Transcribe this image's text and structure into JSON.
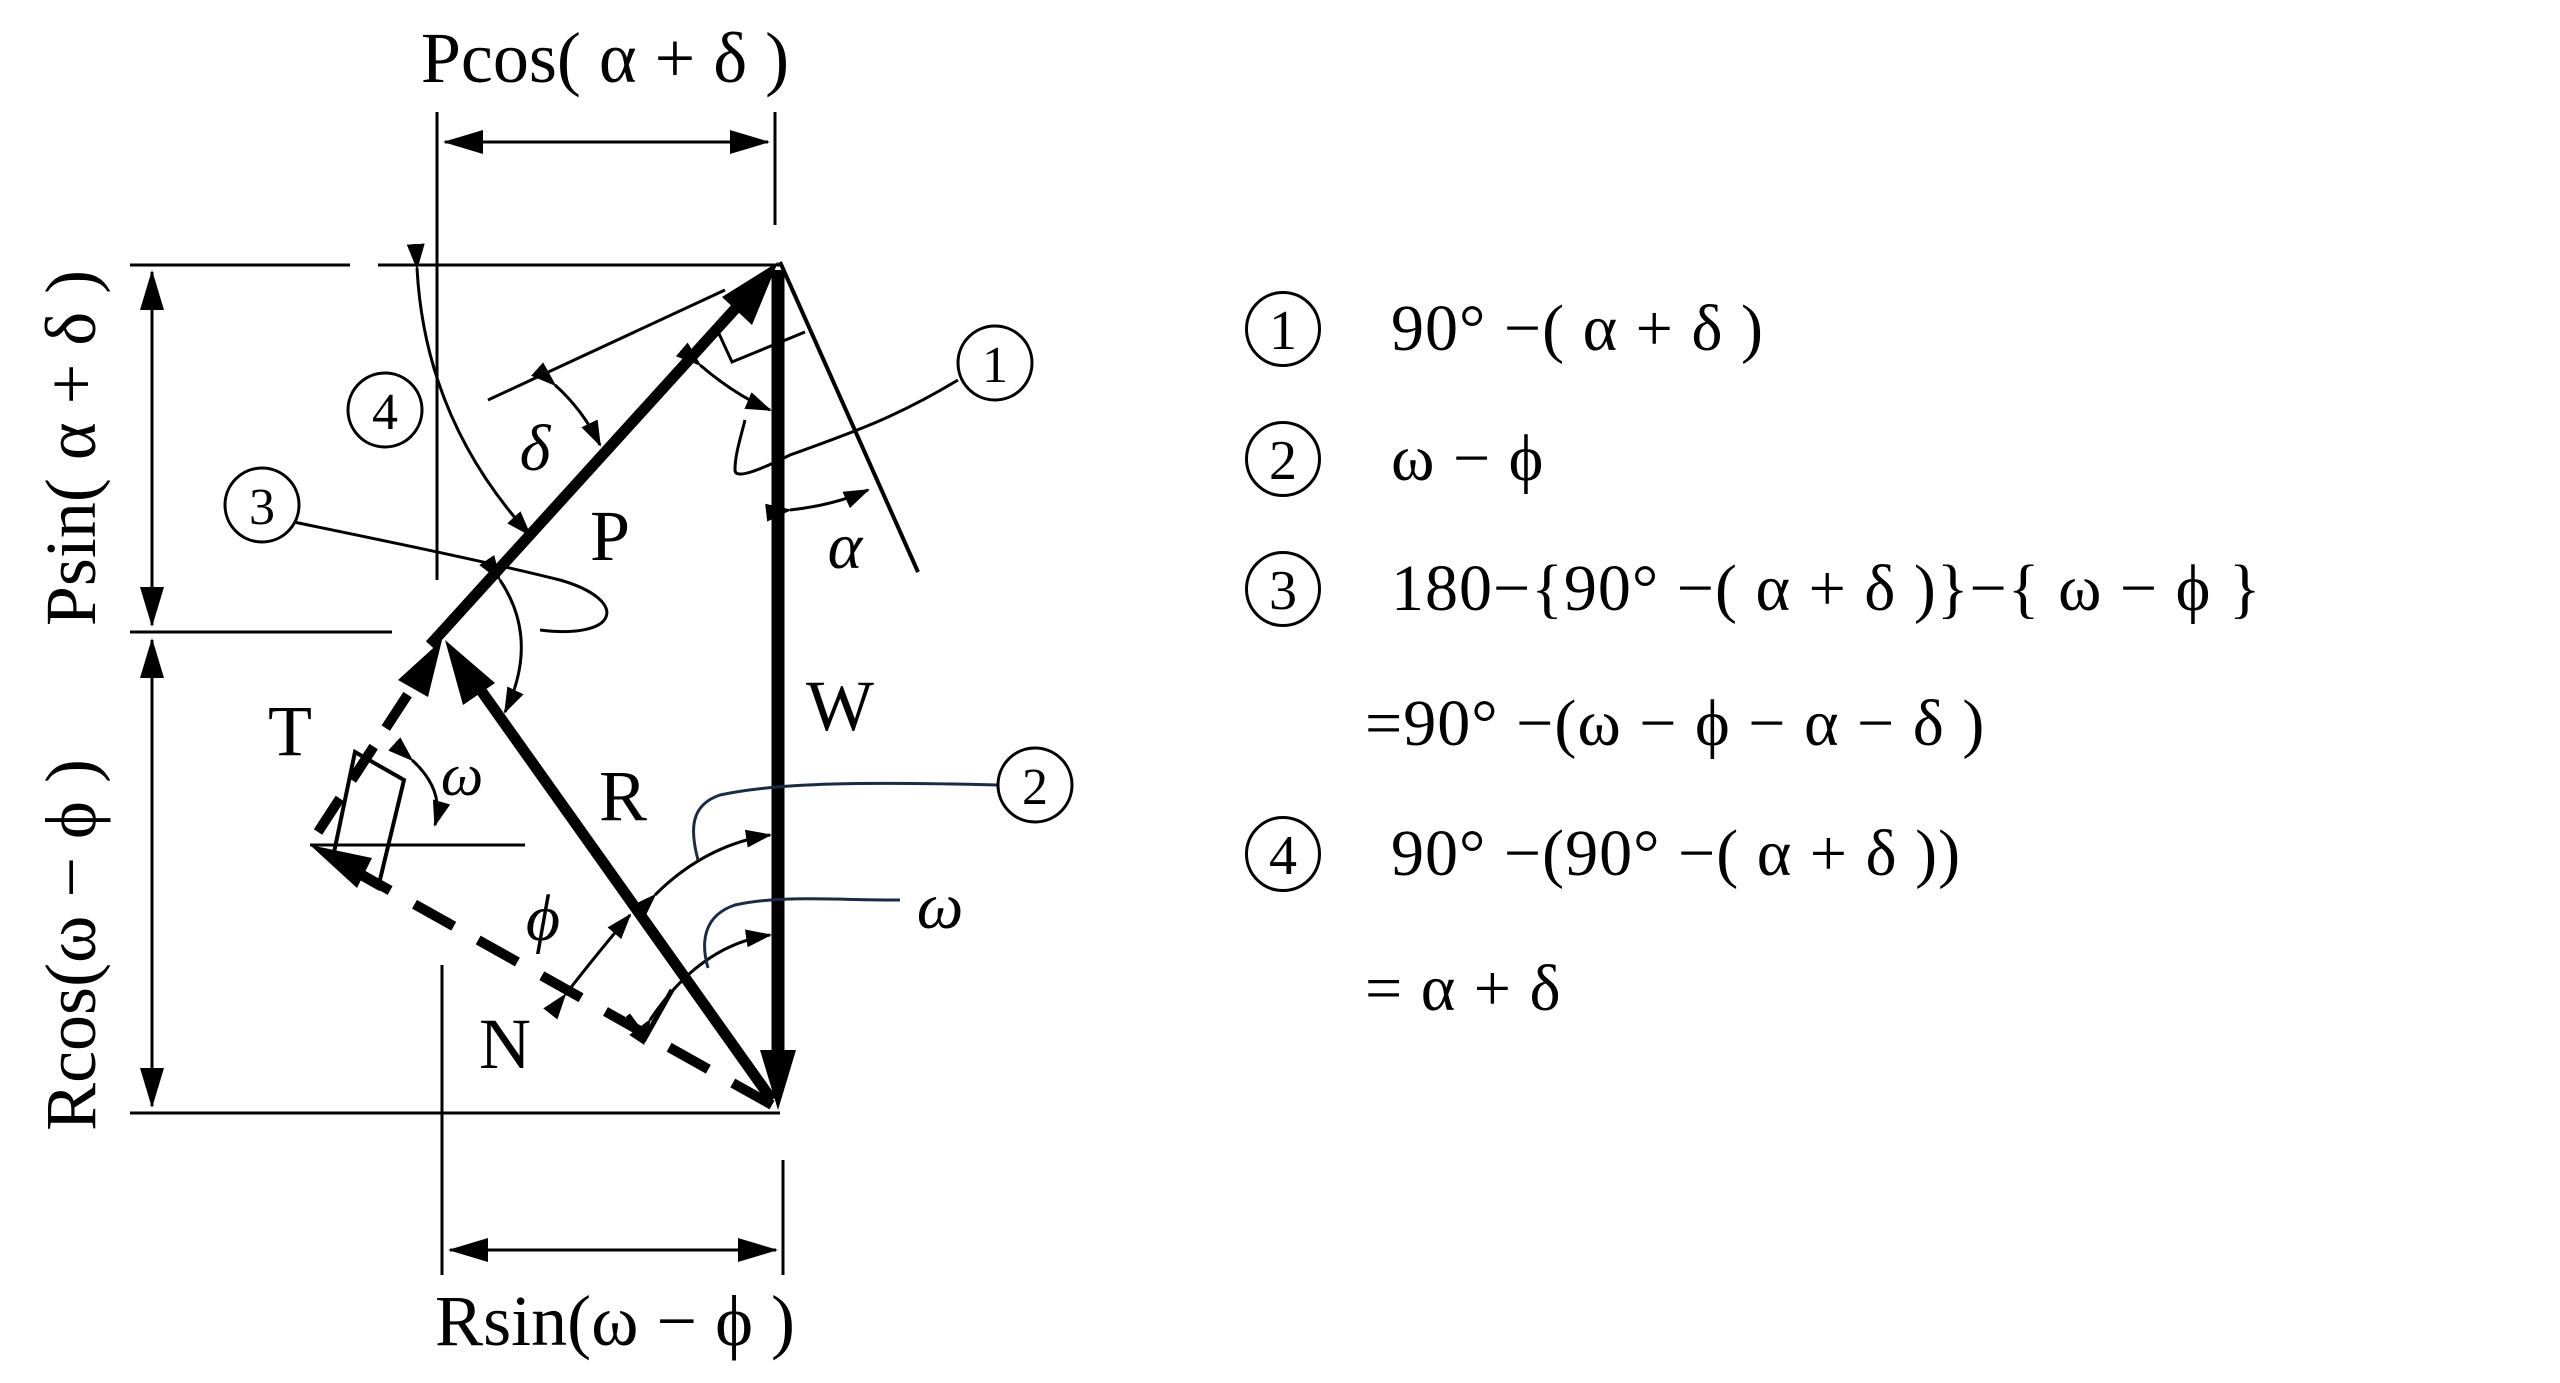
{
  "labels": {
    "top_dim": "Pcos( α + δ )",
    "bottom_dim": "Rsin(ω − ϕ )",
    "left_top_dim": "Psin( α + δ )",
    "left_bottom_dim": "Rcos(ω − ϕ )",
    "vec_P": "P",
    "vec_W": "W",
    "vec_R": "R",
    "vec_T": "T",
    "vec_N": "N",
    "ang_delta": "δ",
    "ang_alpha": "α",
    "ang_omega_small": "ω",
    "ang_omega": "ω",
    "ang_phi": "ϕ",
    "callout_1": "1",
    "callout_2": "2",
    "callout_3": "3",
    "callout_4": "4"
  },
  "equations": [
    {
      "num": "1",
      "text": "90°  −( α + δ )"
    },
    {
      "num": "2",
      "text": "ω − ϕ"
    },
    {
      "num": "3",
      "text": "180−{90°  −( α + δ )}−{ ω − ϕ }"
    },
    {
      "num": "",
      "text": "=90°  −(ω − ϕ − α − δ )"
    },
    {
      "num": "4",
      "text": "90°  −(90°  −( α + δ ))"
    },
    {
      "num": "",
      "text": "= α + δ"
    }
  ]
}
